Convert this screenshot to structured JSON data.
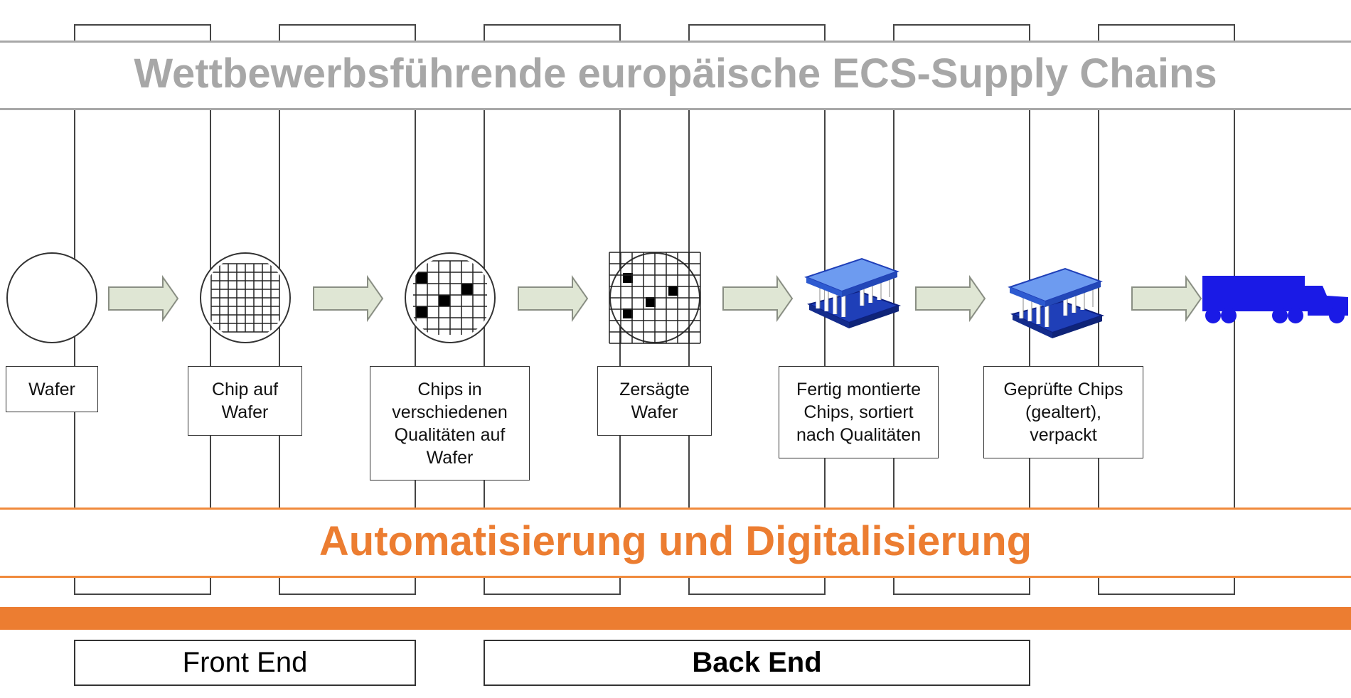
{
  "title": "Wettbewerbsführende europäische ECS-Supply Chains",
  "subtitle": "Automatisierung und Digitalisierung",
  "stages": [
    {
      "label": "Wafer",
      "icon": "wafer-blank-icon"
    },
    {
      "label": "Chip auf Wafer",
      "icon": "wafer-chip-grid-icon"
    },
    {
      "label": "Chips in verschiedenen Qualitäten auf Wafer",
      "icon": "wafer-quality-icon"
    },
    {
      "label": "Zersägte Wafer",
      "icon": "sawn-wafer-icon"
    },
    {
      "label": "Fertig montierte Chips, sortiert nach Qualitäten",
      "icon": "chip-package-icon"
    },
    {
      "label": "Geprüfte Chips (gealtert), verpackt",
      "icon": "chip-package-icon"
    },
    {
      "label": "",
      "icon": "truck-icon"
    }
  ],
  "phases": {
    "front_end": "Front End",
    "back_end": "Back End"
  },
  "colors": {
    "accent_orange": "#ec7d31",
    "title_gray": "#a7a7a7",
    "arrow_fill": "#dfe6d4",
    "chip_blue": "#3d6fd0",
    "truck_blue": "#1a1ae6"
  }
}
